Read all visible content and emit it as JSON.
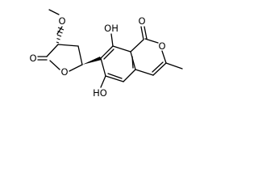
{
  "molecule": {
    "atoms": {
      "methoxy_o": "O",
      "lactone_carbonyl_o": "O",
      "lactone_ring_o": "O",
      "oh_top": "OH",
      "oh_left": "HO",
      "isocoumarin_carbonyl_o": "O",
      "isocoumarin_ring_o": "O"
    }
  }
}
